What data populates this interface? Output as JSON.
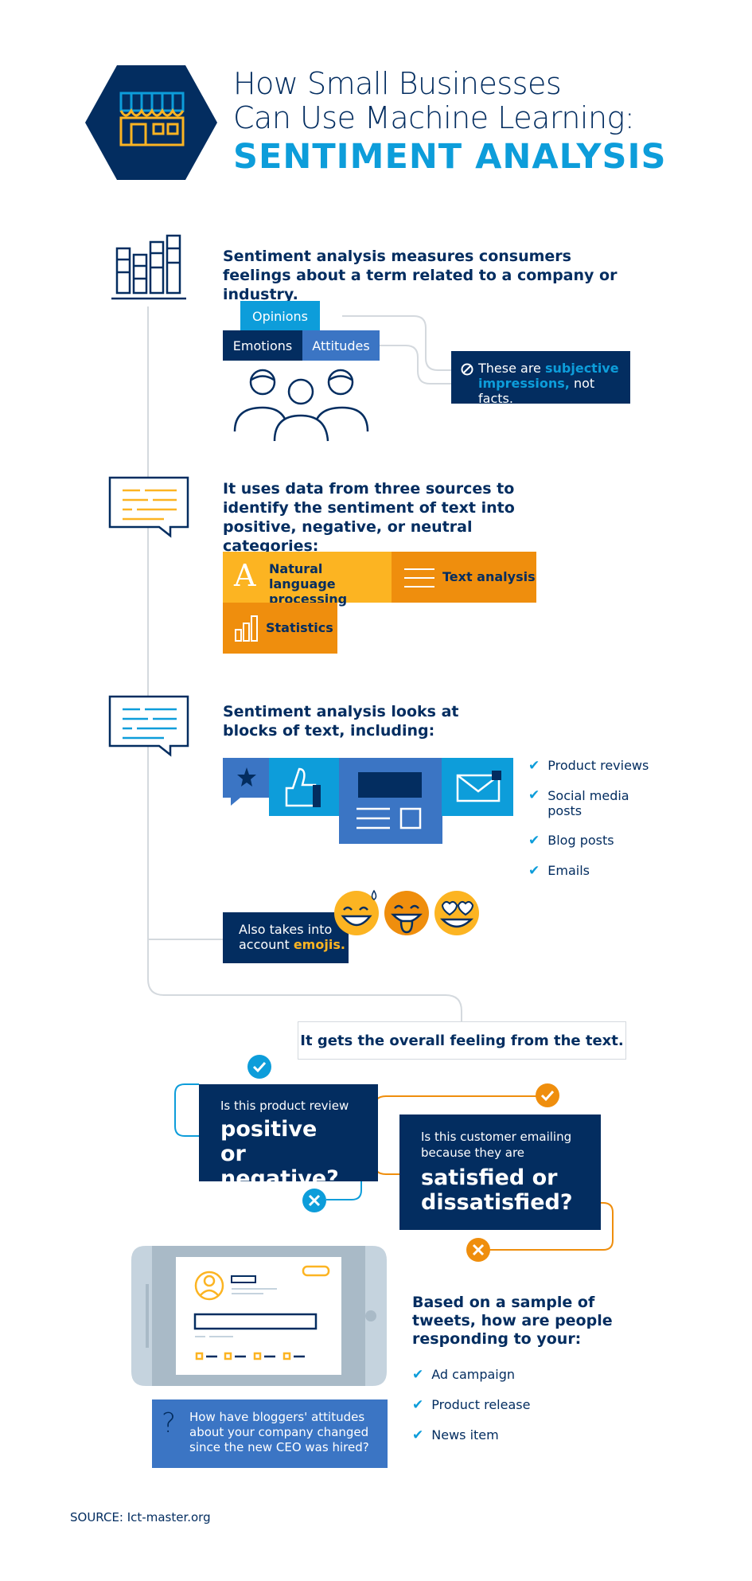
{
  "header": {
    "title_line1": "How Small Businesses",
    "title_line2": "Can Use Machine Learning:",
    "title_accent": "SENTIMENT ANALYSIS"
  },
  "section1": {
    "lead": "Sentiment analysis measures consumers feelings about a term related to a company or industry.",
    "tag_opinions": "Opinions",
    "tag_emotions": "Emotions",
    "tag_attitudes": "Attitudes",
    "note_prefix": "These are ",
    "note_accent": "subjective impressions,",
    "note_suffix": " not facts."
  },
  "section2": {
    "lead": "It uses data from three sources to identify the sentiment of text into positive, negative, or neutral categories:",
    "source_nlp": "Natural language processing",
    "source_text": "Text analysis",
    "source_stats": "Statistics"
  },
  "section3": {
    "lead": "Sentiment analysis looks at blocks of text, including:",
    "items": [
      "Product reviews",
      "Social media posts",
      "Blog posts",
      "Emails"
    ],
    "emoji_prefix": "Also takes into account ",
    "emoji_accent": "emojis."
  },
  "section4": {
    "overall": "It gets the overall feeling from the text.",
    "q1_small": "Is this product review",
    "q1_big": "positive or negative?",
    "q2_small": "Is this customer emailing because they are",
    "q2_big": "satisfied or dissatisfied?"
  },
  "section5": {
    "lead": "Based on a sample of tweets, how are people responding to your:",
    "items": [
      "Ad campaign",
      "Product release",
      "News item"
    ],
    "question": "How have bloggers' attitudes about your company changed since the new CEO was hired?",
    "question_mark": "?"
  },
  "source": "SOURCE: Ict-master.org",
  "colors": {
    "navy": "#032d60",
    "accent_blue": "#0d9dda",
    "mid_blue": "#3b75c4",
    "yellow": "#fcb422",
    "orange": "#ef8e0d"
  }
}
